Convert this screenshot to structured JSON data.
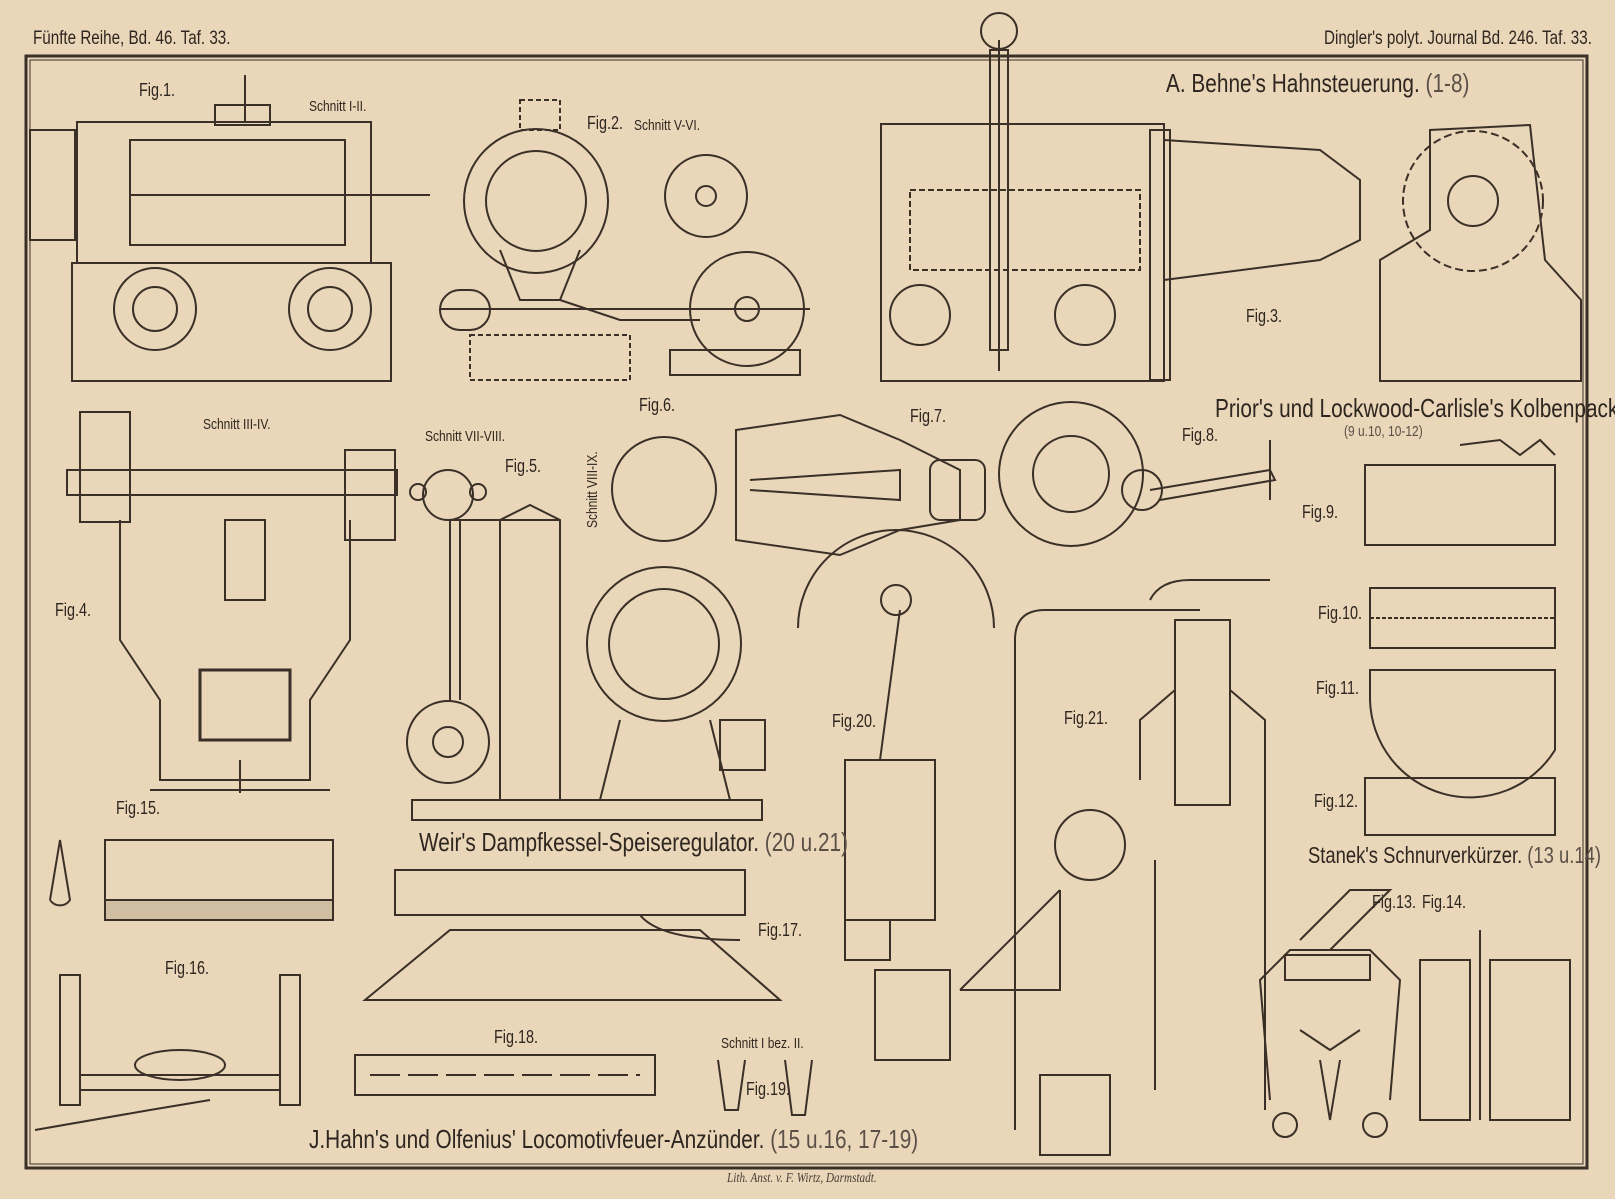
{
  "header": {
    "left": "Fünfte Reihe, Bd. 46. Taf. 33.",
    "right": "Dingler's polyt. Journal Bd. 246. Taf. 33."
  },
  "sections": {
    "behne": {
      "title": "A. Behne's Hahnsteuerung.",
      "figs": "(1-8)"
    },
    "prior": {
      "title": "Prior's und Lockwood-Carlisle's Kolbenpackung.",
      "figs": "(9 u.10, 10-12)"
    },
    "weir": {
      "title": "Weir's Dampfkessel-Speiseregulator.",
      "figs": "(20 u.21)"
    },
    "stanek": {
      "title": "Stanek's Schnurverkürzer.",
      "figs": "(13 u.14)"
    },
    "hahn": {
      "title": "J.Hahn's und Olfenius' Locomotivfeuer-Anzünder.",
      "figs": "(15 u.16, 17-19)"
    }
  },
  "labels": {
    "fig1": "Fig.1.",
    "schnitt_1_2": "Schnitt I-II.",
    "fig2": "Fig.2.",
    "schnitt_5_6": "Schnitt V-VI.",
    "fig3": "Fig.3.",
    "fig4": "Fig.4.",
    "schnitt_3_4": "Schnitt III-IV.",
    "fig5": "Fig.5.",
    "schnitt_7_8": "Schnitt VII-VIII.",
    "fig6": "Fig.6.",
    "schnitt_8_9": "Schnitt VIII-IX.",
    "fig7": "Fig.7.",
    "fig8": "Fig.8.",
    "fig9": "Fig.9.",
    "fig10": "Fig.10.",
    "fig11": "Fig.11.",
    "fig12": "Fig.12.",
    "fig13": "Fig.13.",
    "fig14": "Fig.14.",
    "fig15": "Fig.15.",
    "fig16": "Fig.16.",
    "fig17": "Fig.17.",
    "fig18": "Fig.18.",
    "fig19": "Fig.19.",
    "schnitt_1_bez_2": "Schnitt I bez. II.",
    "fig20": "Fig.20.",
    "fig21": "Fig.21."
  },
  "imprint": "Lith. Anst. v. F. Wirtz, Darmstadt.",
  "colors": {
    "paper": "#ead6b8",
    "ink": "#2e2620"
  }
}
